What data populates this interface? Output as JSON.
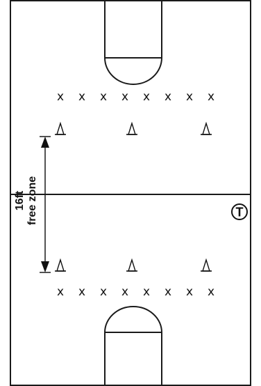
{
  "zone_label": {
    "distance": "16ft",
    "name": "free zone"
  },
  "teacher_marker": "T",
  "player_marker": "x",
  "counts": {
    "players_per_row": 8,
    "cones_per_row": 3
  }
}
